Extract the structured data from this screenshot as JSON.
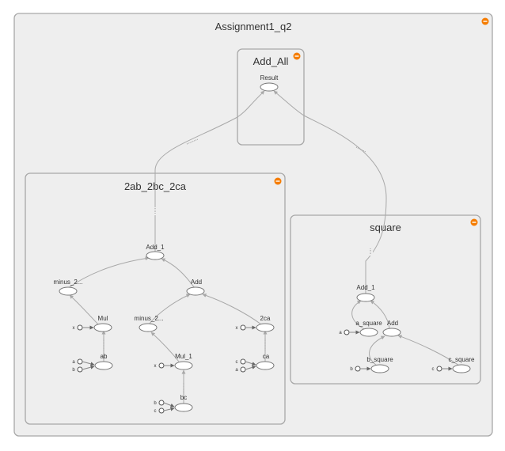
{
  "groups": {
    "outer": "Assignment1_q2",
    "add_all": "Add_All",
    "two_ab": "2ab_2bc_2ca",
    "square": "square"
  },
  "nodes": {
    "result": "Result",
    "add_1_left": "Add_1",
    "minus_2_left": "minus_2...",
    "add_mid": "Add",
    "mul": "Mul",
    "minus_2_mid": "minus_2...",
    "two_ca": "2ca",
    "ab": "ab",
    "mul_1": "Mul_1",
    "ca": "ca",
    "bc": "bc",
    "add_1_right": "Add_1",
    "a_square": "a_square",
    "add_right": "Add",
    "b_square": "b_square",
    "c_square": "c_square"
  },
  "inputs": {
    "x": "x",
    "a": "a",
    "b": "b",
    "c": "c"
  },
  "icons": {
    "collapse": "collapse-minus-icon",
    "collapse_color": "#f57c00"
  }
}
